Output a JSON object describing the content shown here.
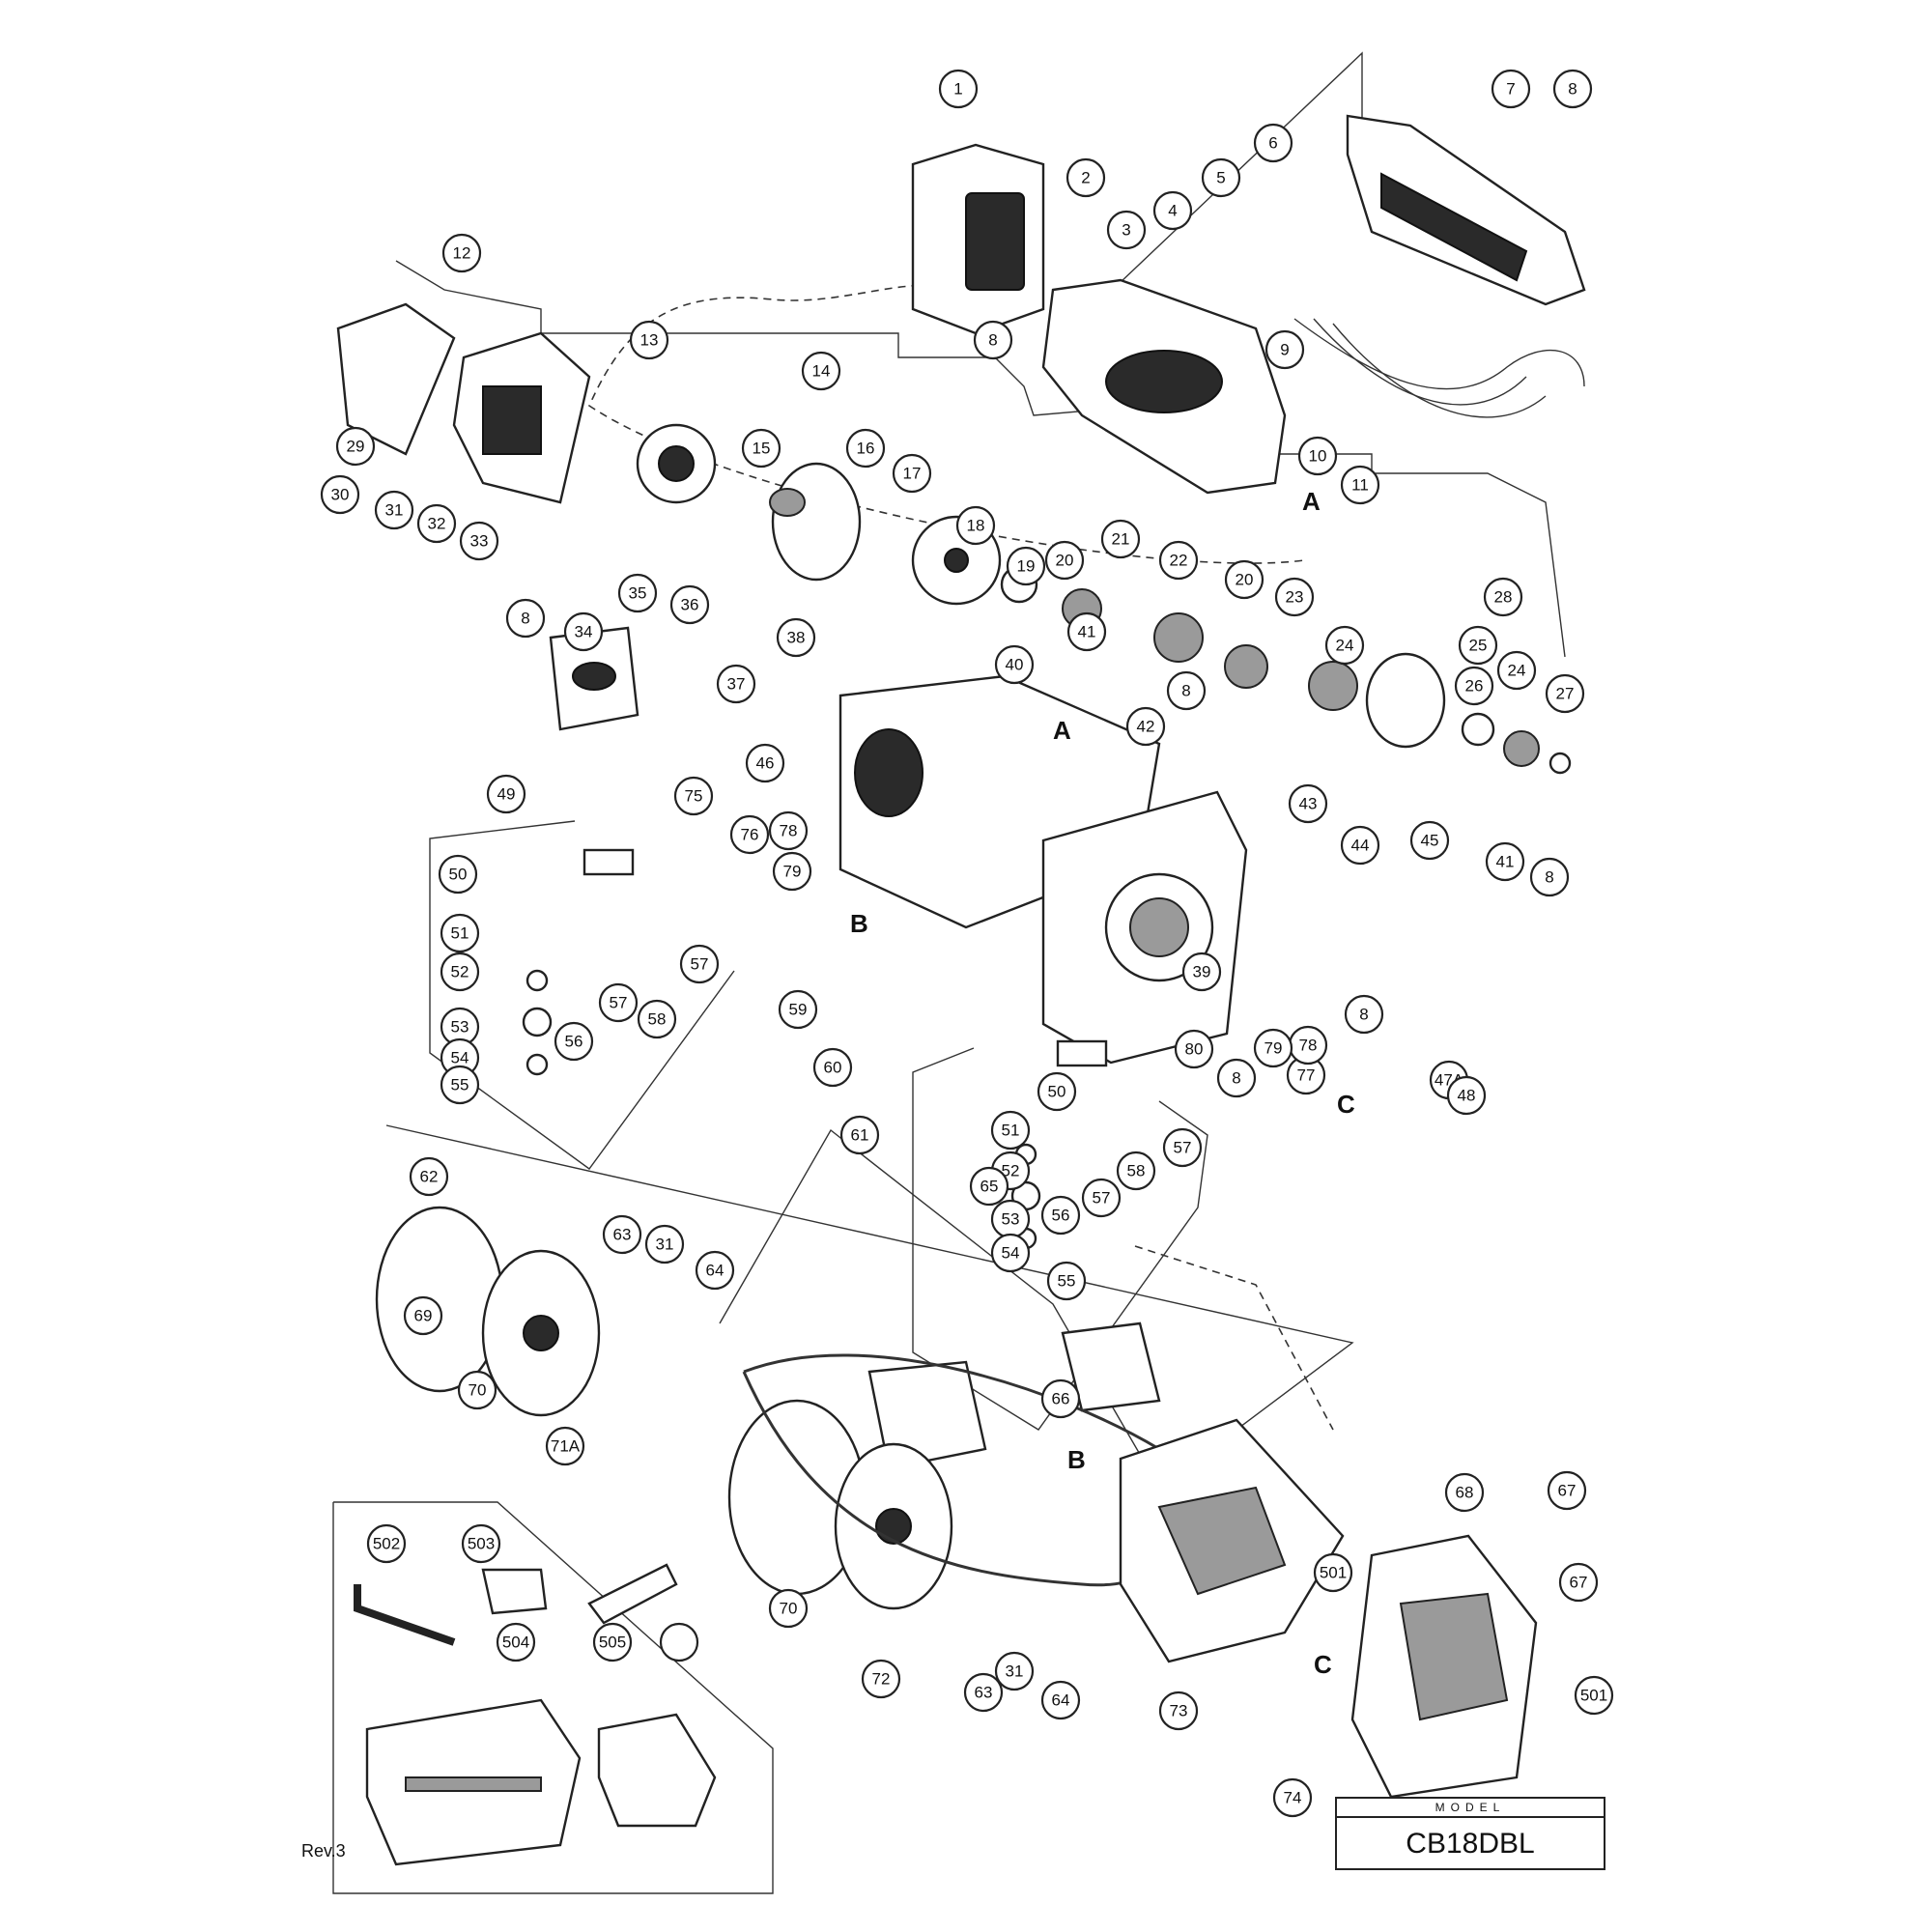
{
  "callouts": [
    "1",
    "2",
    "3",
    "4",
    "5",
    "6",
    "7",
    "8",
    "9",
    "10",
    "11",
    "12",
    "13",
    "14",
    "15",
    "16",
    "17",
    "18",
    "19",
    "20",
    "21",
    "22",
    "23",
    "24",
    "25",
    "26",
    "27",
    "28",
    "29",
    "30",
    "31",
    "32",
    "33",
    "34",
    "35",
    "36",
    "37",
    "38",
    "39",
    "40",
    "41",
    "42",
    "43",
    "44",
    "45",
    "46",
    "47A",
    "48",
    "49",
    "50",
    "51",
    "52",
    "53",
    "54",
    "55",
    "56",
    "57",
    "58",
    "59",
    "60",
    "61",
    "62",
    "63",
    "64",
    "65",
    "66",
    "67",
    "68",
    "69",
    "70",
    "71A",
    "72",
    "73",
    "74",
    "75",
    "76",
    "77",
    "78",
    "79",
    "80",
    "501",
    "502",
    "503",
    "504",
    "505"
  ],
  "reference_letters": [
    "A",
    "B",
    "C"
  ],
  "model": {
    "label": "MODEL",
    "value": "CB18DBL"
  },
  "revision": "Rev.3"
}
